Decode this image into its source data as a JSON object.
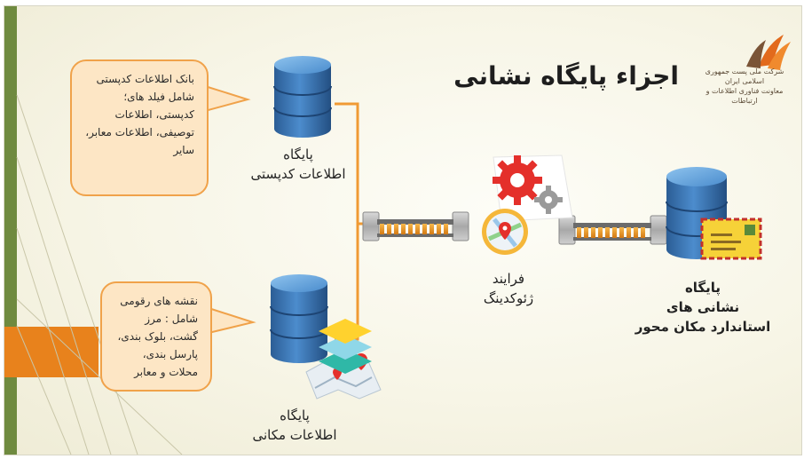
{
  "title": "اجزاء پایگاه نشانی",
  "logo": {
    "text_line1": "شرکت ملی پست جمهوری اسلامی ایران",
    "text_line2": "معاونت فناوری اطلاعات و ارتباطات"
  },
  "bubbles": {
    "coding": "بانک اطلاعات کدپستی شامل فیلد های؛ کدپستی، اطلاعات توصیفی، اطلاعات معابر، سایر",
    "spatial": "نقشه های رقومی شامل : مرز گشت، بلوک بندی، پارسل بندی، محلات و معابر"
  },
  "nodes": {
    "postal_db": {
      "line1": "پایگاه",
      "line2": "اطلاعات کدپستی"
    },
    "spatial_db": {
      "line1": "پایگاه",
      "line2": "اطلاعات مکانی"
    },
    "geocoding": {
      "line1": "فرایند",
      "line2": "ژئوکدینگ"
    },
    "address_db": {
      "line1": "پایگاه",
      "line2": "نشانی های",
      "line3": "استاندارد مکان محور"
    }
  },
  "icons": {
    "database": "database-cylinder-icon",
    "layers": "stacked-layers-icon",
    "map": "folded-map-icon",
    "gears": "gears-icon",
    "pin": "map-pin-icon",
    "envelope": "postal-envelope-icon",
    "conveyor": "conveyor-belt-icon"
  },
  "colors": {
    "accent_orange": "#e8821c",
    "side_green": "#6f8a3f",
    "bubble_fill": "#fde6c5",
    "bubble_border": "#f0a24a",
    "db_blue": "#3b78b8",
    "gear_red": "#e4302b"
  }
}
